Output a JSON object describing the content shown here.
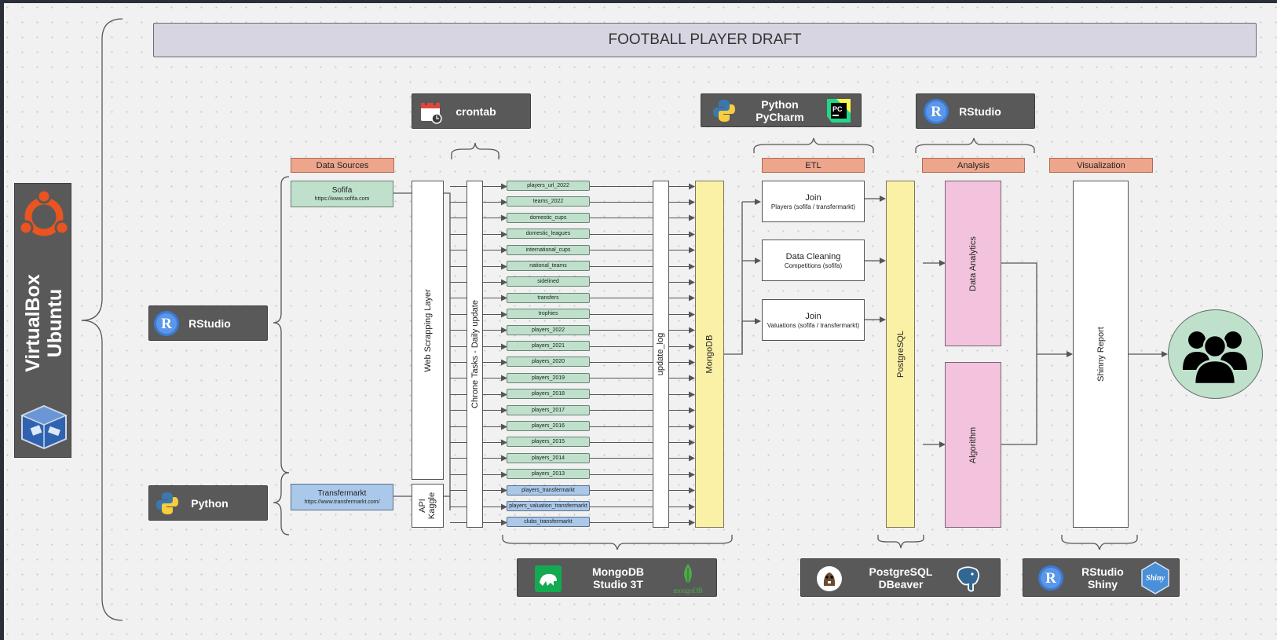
{
  "title": "FOOTBALL PLAYER DRAFT",
  "platform": {
    "line1": "VirtualBox",
    "line2": "Ubuntu",
    "icons": [
      "ubuntu-logo-icon",
      "virtualbox-logo-icon"
    ]
  },
  "tools": {
    "rstudio": "RStudio",
    "python": "Python",
    "crontab": "crontab",
    "python_pycharm": {
      "line1": "Python",
      "line2": "PyCharm"
    },
    "rstudio_analysis": "RStudio",
    "mongodb_studio": {
      "line1": "MongoDB",
      "line2": "Studio 3T",
      "logo_text": "mongoDB"
    },
    "postgres_dbeaver": {
      "line1": "PostgreSQL",
      "line2": "DBeaver"
    },
    "rstudio_shiny": {
      "line1": "RStudio",
      "line2": "Shiny",
      "badge": "Shiny"
    }
  },
  "stage_labels": {
    "data_sources": "Data Sources",
    "etl": "ETL",
    "analysis": "Analysis",
    "visualization": "Visualization"
  },
  "sources": {
    "sofifa": {
      "name": "Sofifa",
      "url": "https://www.sofifa.com"
    },
    "transfermarkt": {
      "name": "Transfermarkt",
      "url": "https://www.transfermarkt.com/"
    }
  },
  "layers": {
    "scraping": "Web Scrapping Layer",
    "api": {
      "line1": "API",
      "line2": "Kaggle"
    },
    "chrone": "Chrone Tasks - Daily update",
    "update_log": "update_log",
    "mongodb": "MongoDB",
    "postgresql": "PostgreSQL",
    "data_analytics": "Data Analytics",
    "algorithm": "Algorithm",
    "shinny": "Shinny Report"
  },
  "tables_sofifa": [
    "players_url_2022",
    "teams_2022",
    "domestic_cups",
    "domestic_leagues",
    "international_cups",
    "national_teams",
    "sidelined",
    "transfers",
    "trophies",
    "players_2022",
    "players_2021",
    "players_2020",
    "players_2019",
    "players_2018",
    "players_2017",
    "players_2016",
    "players_2015",
    "players_2014",
    "players_2013"
  ],
  "tables_transfermarkt": [
    "players_transfermarkt",
    "players_valuation_transfermarkt",
    "clubs_transfermarkt"
  ],
  "etl": [
    {
      "title": "Join",
      "sub": "Players (sofifa / transfermarkt)"
    },
    {
      "title": "Data Cleaning",
      "sub": "Competitions (sofifa)"
    },
    {
      "title": "Join",
      "sub": "Valuations (sofifa / transfermarkt)"
    }
  ],
  "colors": {
    "dark_box": "#595959",
    "stage_label": "#eda58b",
    "sofifa_green": "#bfe1cc",
    "transfermarkt_blue": "#aac8ea",
    "database_yellow": "#fbf1a6",
    "analysis_pink": "#f3c3dd",
    "users_circle": "#bfe1cc",
    "ubuntu_orange": "#e95420",
    "pycharm_green": "#21d789",
    "shiny_blue": "#4a90d9"
  },
  "users_icon": "users-group-icon"
}
